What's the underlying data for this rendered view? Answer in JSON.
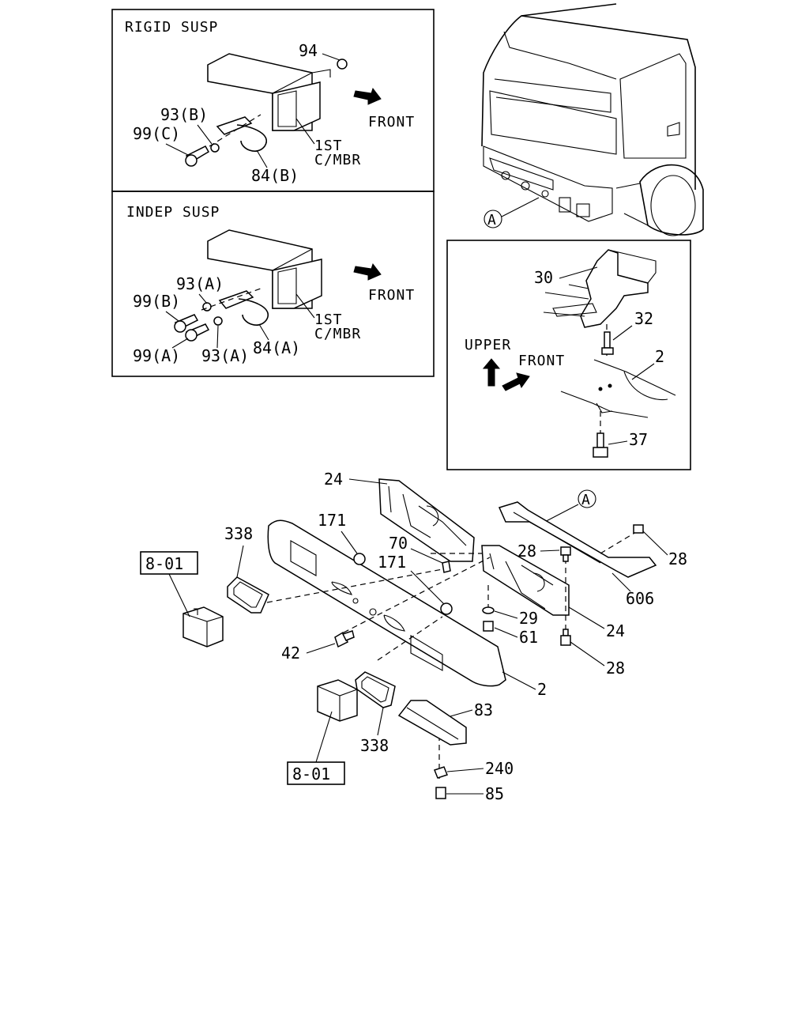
{
  "panels": {
    "rigid": {
      "title": "RIGID SUSP",
      "front": "FRONT",
      "member_line1": "1ST",
      "member_line2": "C/MBR",
      "callouts": [
        "94",
        "93(B)",
        "99(C)",
        "84(B)"
      ]
    },
    "indep": {
      "title": "INDEP SUSP",
      "front": "FRONT",
      "member_line1": "1ST",
      "member_line2": "C/MBR",
      "callouts": [
        "93(A)",
        "99(B)",
        "99(A)",
        "93(A)",
        "84(A)"
      ]
    },
    "detail": {
      "upper": "UPPER",
      "front": "FRONT",
      "callouts": [
        "30",
        "32",
        "2",
        "37"
      ]
    }
  },
  "view_marker": "A",
  "main": {
    "callouts": [
      "24",
      "171",
      "338",
      "70",
      "171",
      "28",
      "28",
      "606",
      "29",
      "61",
      "24",
      "42",
      "28",
      "2",
      "83",
      "338",
      "240",
      "85"
    ],
    "ref_boxes": [
      "8-01",
      "8-01"
    ]
  }
}
